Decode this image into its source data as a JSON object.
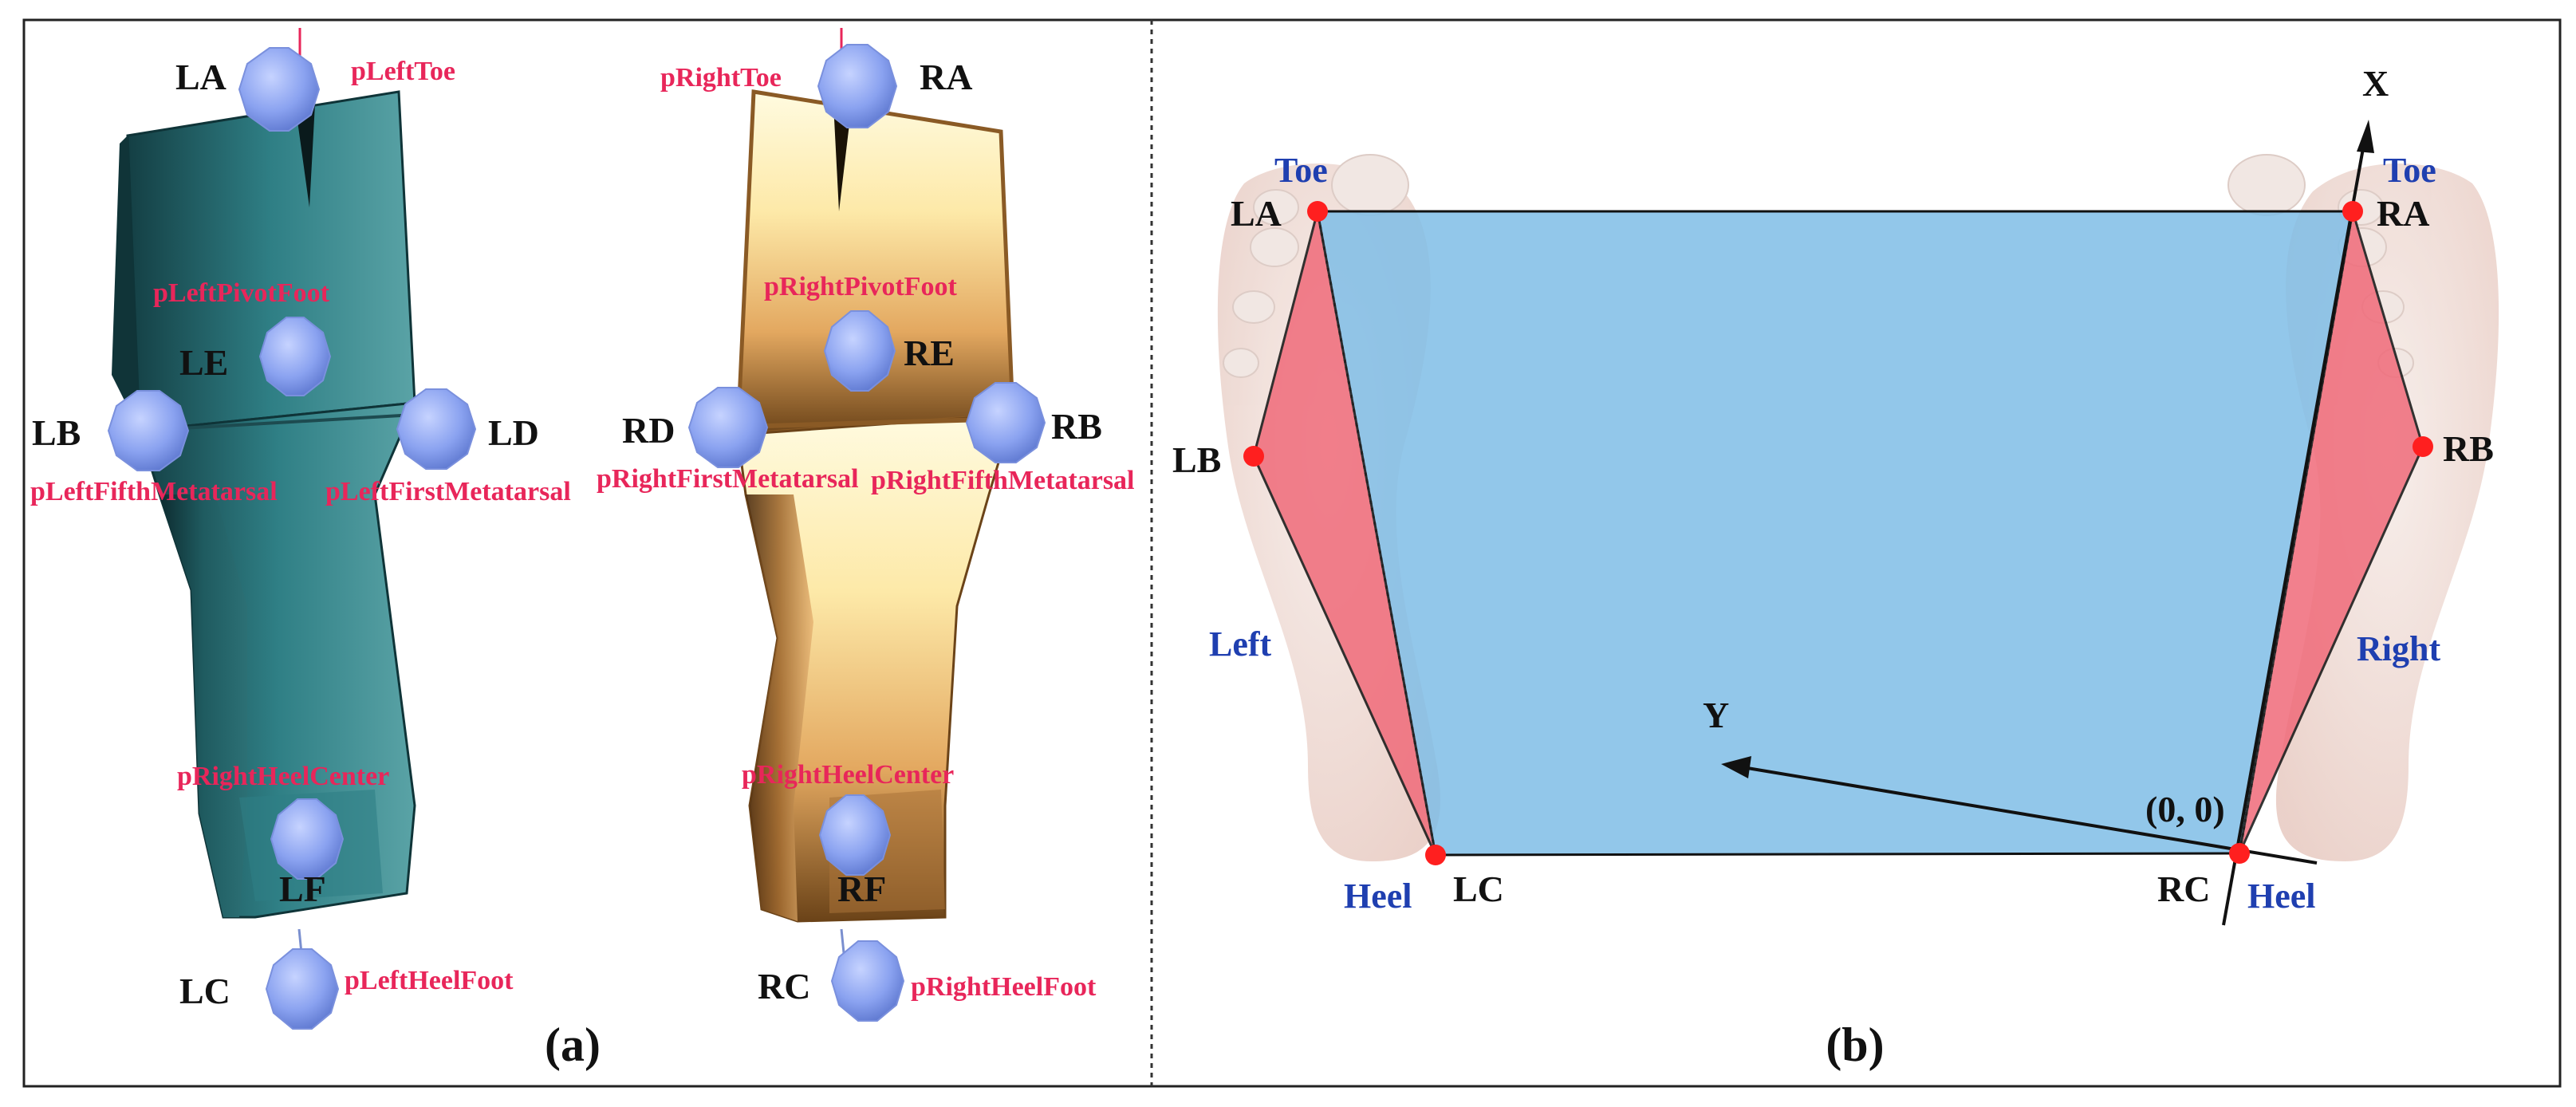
{
  "panel_a": {
    "caption": "(a)",
    "left_foot": {
      "markers": {
        "LA": "LA",
        "LE": "LE",
        "LB": "LB",
        "LD": "LD",
        "LF": "LF",
        "LC": "LC"
      },
      "names": {
        "toe": "pLeftToe",
        "pivot": "pLeftPivotFoot",
        "fifth_metatarsal": "pLeftFifthMetatarsal",
        "first_metatarsal": "pLeftFirstMetatarsal",
        "heel_center": "pRightHeelCenter",
        "heel_foot": "pLeftHeelFoot"
      }
    },
    "right_foot": {
      "markers": {
        "RA": "RA",
        "RE": "RE",
        "RD": "RD",
        "RB": "RB",
        "RF": "RF",
        "RC": "RC"
      },
      "names": {
        "toe": "pRightToe",
        "pivot": "pRightPivotFoot",
        "first_metatarsal": "pRightFirstMetatarsal",
        "fifth_metatarsal": "pRightFifthMetatarsal",
        "heel_center": "pRightHeelCenter",
        "heel_foot": "pRightHeelFoot"
      }
    }
  },
  "panel_b": {
    "caption": "(b)",
    "points": {
      "LA": "LA",
      "LB": "LB",
      "LC": "LC",
      "RA": "RA",
      "RB": "RB",
      "RC": "RC"
    },
    "side_labels": {
      "toe_left": "Toe",
      "toe_right": "Toe",
      "heel_left": "Heel",
      "heel_right": "Heel",
      "left": "Left",
      "right": "Right"
    },
    "axes": {
      "x": "X",
      "y": "Y",
      "origin": "(0, 0)"
    }
  },
  "colors": {
    "teal_foot": "#2f7f85",
    "gold_foot": "#d9a55a",
    "marker_blue": "#8aa2f0",
    "region_blue": "#7fbde6",
    "triangle_red": "#f06b7a",
    "point_red": "#ff1f1f",
    "name_red": "#e8265a",
    "label_blue": "#1f3fb0"
  }
}
